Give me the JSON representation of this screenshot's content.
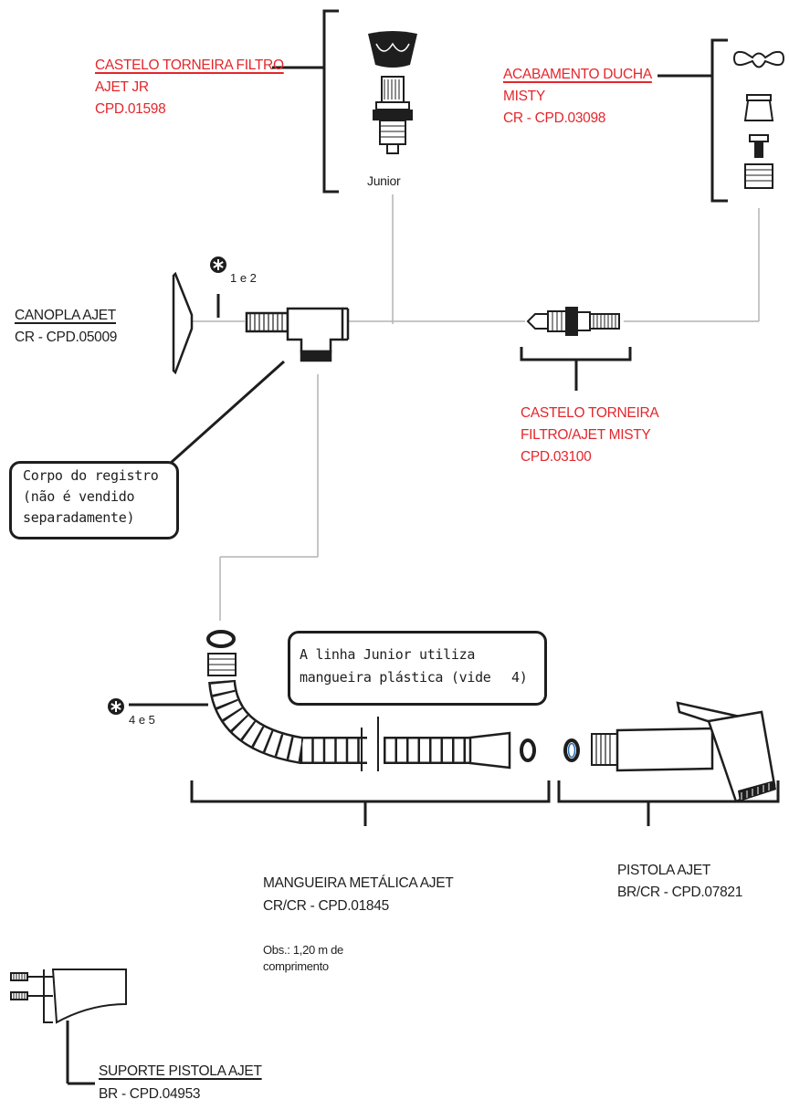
{
  "parts": {
    "castelo_junior": {
      "line1": "CASTELO TORNEIRA FILTRO",
      "line2": "AJET JR",
      "line3": "CPD.01598",
      "sublabel": "Junior"
    },
    "acabamento_misty": {
      "line1": "ACABAMENTO DUCHA",
      "line2": "MISTY",
      "line3": "CR - CPD.03098"
    },
    "canopla": {
      "line1": "CANOPLA AJET",
      "line2": "CR - CPD.05009"
    },
    "castelo_misty": {
      "line1": "CASTELO TORNEIRA",
      "line2": "FILTRO/AJET MISTY",
      "line3": "CPD.03100"
    },
    "mangueira": {
      "line1": "MANGUEIRA METÁLICA AJET",
      "line2": "CR/CR - CPD.01845",
      "obs1": "Obs.: 1,20 m de",
      "obs2": "comprimento"
    },
    "pistola": {
      "line1": "PISTOLA AJET",
      "line2": "BR/CR - CPD.07821"
    },
    "suporte": {
      "line1": "SUPORTE PISTOLA AJET",
      "line2": "BR - CPD.04953"
    }
  },
  "callouts": {
    "corpo": {
      "line1": "Corpo do registro",
      "line2": "(não é vendido",
      "line3": "separadamente)"
    },
    "junior": {
      "line1": "A linha Junior utiliza",
      "line2": "mangueira plástica (vide ",
      "line2_end": "4)"
    }
  },
  "references": {
    "ref_1e2": "1 e 2",
    "ref_4e5": "4 e 5"
  },
  "colors": {
    "accent": "#e4262b",
    "line": "#1e1e1e",
    "connector": "#b4b4b4"
  }
}
